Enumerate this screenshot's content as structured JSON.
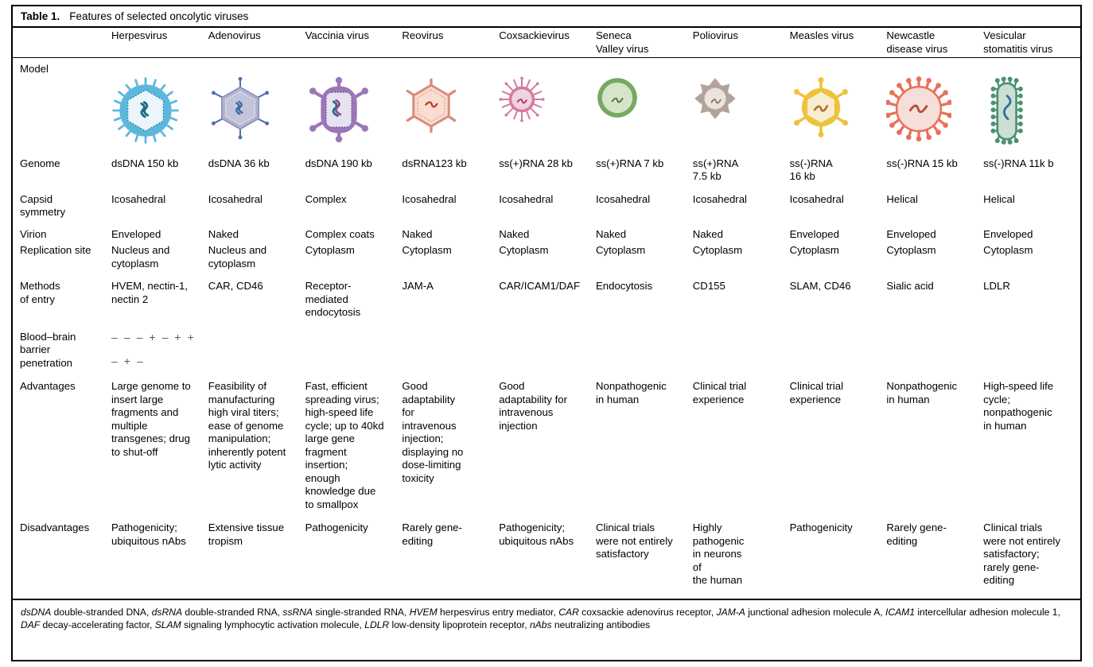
{
  "caption": {
    "label": "Table 1.",
    "text": "Features of selected oncolytic viruses"
  },
  "columns": [
    {
      "key": "herpesvirus",
      "header": "Herpesvirus",
      "icon": "herpesvirus-icon"
    },
    {
      "key": "adenovirus",
      "header": "Adenovirus",
      "icon": "adenovirus-icon"
    },
    {
      "key": "vaccinia",
      "header": "Vaccinia virus",
      "icon": "vaccinia-virus-icon"
    },
    {
      "key": "reovirus",
      "header": "Reovirus",
      "icon": "reovirus-icon"
    },
    {
      "key": "coxsackie",
      "header": "Coxsackievirus",
      "icon": "coxsackievirus-icon"
    },
    {
      "key": "seneca",
      "header": "Seneca\nValley virus",
      "icon": "seneca-valley-virus-icon"
    },
    {
      "key": "poliovirus",
      "header": "Poliovirus",
      "icon": "poliovirus-icon"
    },
    {
      "key": "measles",
      "header": "Measles virus",
      "icon": "measles-virus-icon"
    },
    {
      "key": "newcastle",
      "header": "Newcastle\ndisease virus",
      "icon": "newcastle-disease-virus-icon"
    },
    {
      "key": "vsv",
      "header": "Vesicular\nstomatitis virus",
      "icon": "vesicular-stomatitis-virus-icon"
    }
  ],
  "rows": [
    {
      "key": "model",
      "label": "Model",
      "values": [
        "",
        "",
        "",
        "",
        "",
        "",
        "",
        "",
        "",
        ""
      ]
    },
    {
      "key": "genome",
      "label": "Genome",
      "values": [
        "dsDNA 150 kb",
        "dsDNA 36 kb",
        "dsDNA 190 kb",
        "dsRNA123 kb",
        "ss(+)RNA 28 kb",
        "ss(+)RNA 7 kb",
        "ss(+)RNA\n7.5 kb",
        "ss(-)RNA\n16 kb",
        "ss(-)RNA 15 kb",
        "ss(-)RNA 11k b"
      ]
    },
    {
      "key": "capsid_symmetry",
      "label": "Capsid\nsymmetry",
      "values": [
        "Icosahedral",
        "Icosahedral",
        "Complex",
        "Icosahedral",
        "Icosahedral",
        "Icosahedral",
        "Icosahedral",
        "Icosahedral",
        "Helical",
        "Helical"
      ]
    },
    {
      "key": "virion",
      "label": "Virion",
      "values": [
        "Enveloped",
        "Naked",
        "Complex coats",
        "Naked",
        "Naked",
        "Naked",
        "Naked",
        "Enveloped",
        "Enveloped",
        "Enveloped"
      ]
    },
    {
      "key": "replication_site",
      "label": "Replication site",
      "values": [
        "Nucleus and\ncytoplasm",
        "Nucleus and\ncytoplasm",
        "Cytoplasm",
        "Cytoplasm",
        "Cytoplasm",
        "Cytoplasm",
        "Cytoplasm",
        "Cytoplasm",
        "Cytoplasm",
        "Cytoplasm"
      ]
    },
    {
      "key": "methods_of_entry",
      "label": "Methods\nof entry",
      "values": [
        "HVEM, nectin-1,\nnectin 2",
        "CAR, CD46",
        "Receptor-\nmediated\nendocytosis",
        "JAM-A",
        "CAR/ICAM1/DAF",
        "Endocytosis",
        "CD155",
        "SLAM, CD46",
        "Sialic acid",
        "LDLR"
      ]
    },
    {
      "key": "bbb_penetration",
      "label": "Blood–brain\nbarrier\npenetration",
      "values": [
        "–",
        "–",
        "–",
        "+",
        "–",
        "+",
        "+",
        "–",
        "+",
        "–"
      ]
    },
    {
      "key": "advantages",
      "label": "Advantages",
      "values": [
        "Large genome to\ninsert large\nfragments and\nmultiple\ntransgenes; drug\nto shut-off",
        "Feasibility of\nmanufacturing\nhigh viral titers;\nease of genome\nmanipulation;\ninherently potent\nlytic activity",
        "Fast, efficient\nspreading virus;\nhigh-speed life\ncycle; up to 40kd\nlarge gene\nfragment\ninsertion;\nenough\nknowledge due\nto smallpox",
        "Good\nadaptability\nfor\nintravenous\ninjection;\ndisplaying no\ndose-limiting\ntoxicity",
        "Good\nadaptability for\nintravenous\ninjection",
        "Nonpathogenic\nin human",
        "Clinical trial\nexperience",
        "Clinical trial\nexperience",
        "Nonpathogenic\nin human",
        "High-speed life\ncycle;\nnonpathogenic\nin human"
      ]
    },
    {
      "key": "disadvantages",
      "label": "Disadvantages",
      "values": [
        "Pathogenicity;\nubiquitous nAbs",
        "Extensive tissue\ntropism",
        "Pathogenicity",
        "Rarely gene-\nediting",
        "Pathogenicity;\nubiquitous nAbs",
        "Clinical trials\nwere not entirely\nsatisfactory",
        "Highly\npathogenic\nin neurons\nof\nthe human",
        "Pathogenicity",
        "Rarely gene-\nediting",
        "Clinical trials\nwere not entirely\nsatisfactory;\nrarely gene-\nediting"
      ]
    }
  ],
  "footnote": {
    "abbreviations": [
      {
        "term": "dsDNA",
        "definition": "double-stranded DNA"
      },
      {
        "term": "dsRNA",
        "definition": "double-stranded RNA"
      },
      {
        "term": "ssRNA",
        "definition": "single-stranded RNA"
      },
      {
        "term": "HVEM",
        "definition": "herpesvirus entry mediator"
      },
      {
        "term": "CAR",
        "definition": "coxsackie adenovirus receptor"
      },
      {
        "term": "JAM-A",
        "definition": "junctional adhesion molecule A"
      },
      {
        "term": "ICAM1",
        "definition": "intercellular adhesion molecule 1"
      },
      {
        "term": "DAF",
        "definition": "decay-accelerating factor"
      },
      {
        "term": "SLAM",
        "definition": "signaling lymphocytic activation molecule"
      },
      {
        "term": "LDLR",
        "definition": "low-density lipoprotein receptor"
      },
      {
        "term": "nAbs",
        "definition": "neutralizing antibodies"
      }
    ]
  },
  "icon_colors": {
    "herpesvirus": {
      "outer": "#5cb7dc",
      "inner": "#dff0f8",
      "genome": "#1b6b87"
    },
    "adenovirus": {
      "outer": "#b0b2cf",
      "inner": "#c3c4db",
      "genome": "#2f6fa0",
      "spike": "#4f6fb5"
    },
    "vaccinia": {
      "outer": "#9b77b8",
      "inner": "#e6e2f0",
      "genome": "#1e6f91"
    },
    "reovirus": {
      "outer": "#d98b76",
      "inner": "#f9ddd2",
      "genome": "#c0392b"
    },
    "coxsackie": {
      "outer": "#d4799f",
      "inner": "#f0d3e0",
      "genome": "#b03a6a"
    },
    "seneca": {
      "outer": "#76a95f",
      "inner": "#d6e4cb",
      "genome": "#4a7a3a"
    },
    "poliovirus": {
      "outer": "#b2a39a",
      "inner": "#ece3dd",
      "genome": "#8b7568"
    },
    "measles": {
      "outer": "#eec23a",
      "inner": "#f7eed2",
      "genome": "#b2722c"
    },
    "newcastle": {
      "outer": "#e8705a",
      "inner": "#f6dfd8",
      "genome": "#b5503c"
    },
    "vsv": {
      "outer": "#4a9171",
      "inner": "#ccdfd2",
      "genome": "#2f6fa0"
    }
  }
}
